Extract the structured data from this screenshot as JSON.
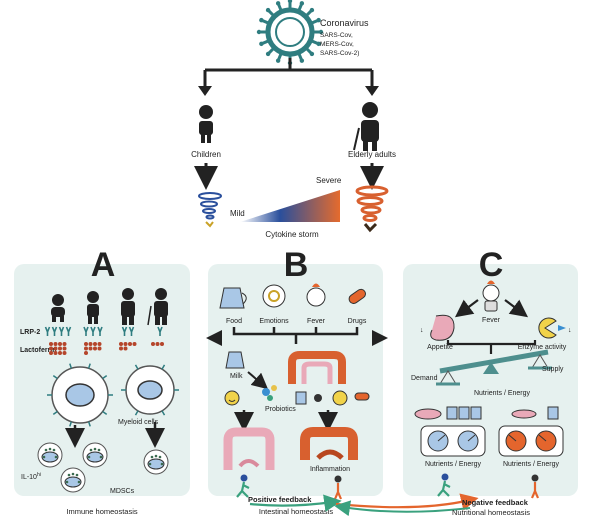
{
  "top": {
    "virus_label": "Coronavirus",
    "virus_strains": [
      "SARS-Cov,",
      "MERS-Cov,",
      "SARS-Cov-2)"
    ],
    "children_label": "Children",
    "elderly_label": "Elderly adults",
    "mild_label": "Mild",
    "severe_label": "Severe",
    "storm_label": "Cytokine storm",
    "gradient_from": "#ffffff",
    "gradient_mid": "#2a4f9c",
    "gradient_to": "#e56b2d"
  },
  "panel_a": {
    "letter": "A",
    "lrp2_label": "LRP-2",
    "lactoferrin_label": "Lactoferrin",
    "myeloid_label": "Myeloid cells",
    "il10_label": "IL-10",
    "il10_sup": "hi",
    "mdscs_label": "MDSCs",
    "caption": "Immune homeostasis"
  },
  "panel_b": {
    "letter": "B",
    "food_label": "Food",
    "emotions_label": "Emotions",
    "fever_label": "Fever",
    "drugs_label": "Drugs",
    "milk_label": "Milk",
    "probiotics_label": "Probiotics",
    "inflammation_label": "Inflammation",
    "positive_feedback_label": "Positive feedback",
    "caption": "Intestinal homeostasis"
  },
  "panel_c": {
    "letter": "C",
    "fever_label": "Fever",
    "appetite_label": "Appetite",
    "enzyme_label": "Enzyme activity",
    "demand_label": "Demand",
    "supply_label": "Supply",
    "nutrients_label": "Nutrients / Energy",
    "nutrients_left_label": "Nutrients / Energy",
    "nutrients_right_label": "Nutrients / Energy",
    "negative_feedback_label": "Negative feedback",
    "caption": "Nutritional homeostasis"
  },
  "colors": {
    "panel_bg": "#e6f1ef",
    "virus": "#2f7d80",
    "cell_blue": "#a9c7e6",
    "dot_red": "#b5452b",
    "gut_pink": "#e9a9b8",
    "gut_red": "#d8602f",
    "feedback_green": "#3aa17e",
    "feedback_orange": "#e4652d",
    "balance_teal": "#4e8f8e"
  }
}
